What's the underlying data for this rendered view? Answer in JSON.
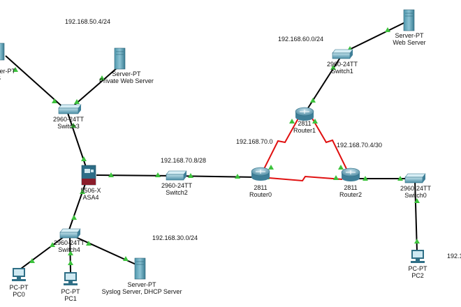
{
  "networks": {
    "n50": "192.168.50.4/24",
    "n60": "192.168.60.0/24",
    "n70_8": "192.168.70.8/28",
    "n70_0": "192.168.70.0",
    "n70_4": "192.168.70.4/30",
    "n30": "192.168.30.0/24",
    "n_right": "192.1"
  },
  "devices": {
    "left_server": {
      "model": "ver-PT",
      "name": "S"
    },
    "private_web": {
      "model": "Server-PT",
      "name": "Private Web Server"
    },
    "switch3": {
      "model": "2960-24TT",
      "name": "Switch3"
    },
    "asa4": {
      "model": "5506-X",
      "name": "ASA4"
    },
    "switch2": {
      "model": "2960-24TT",
      "name": "Switch2"
    },
    "router0": {
      "model": "2811",
      "name": "Router0"
    },
    "router1": {
      "model": "2811",
      "name": "Router1"
    },
    "router2": {
      "model": "2811",
      "name": "Router2"
    },
    "switch1": {
      "model": "2960-24TT",
      "name": "Switch1"
    },
    "web_server": {
      "model": "Server-PT",
      "name": "Web Server"
    },
    "switch0": {
      "model": "2960-24TT",
      "name": "Switch0"
    },
    "pc2": {
      "model": "PC-PT",
      "name": "PC2"
    },
    "switch4": {
      "model": "2960-24TT",
      "name": "Switch4"
    },
    "pc0": {
      "model": "PC-PT",
      "name": "PC0"
    },
    "pc1": {
      "model": "PC-PT",
      "name": "PC1"
    },
    "syslog": {
      "model": "Server-PT",
      "name": "Syslog Server, DHCP Server"
    }
  },
  "colors": {
    "link": "#000000",
    "serial": "#e01010",
    "up_indicator": "#3cc23c"
  }
}
